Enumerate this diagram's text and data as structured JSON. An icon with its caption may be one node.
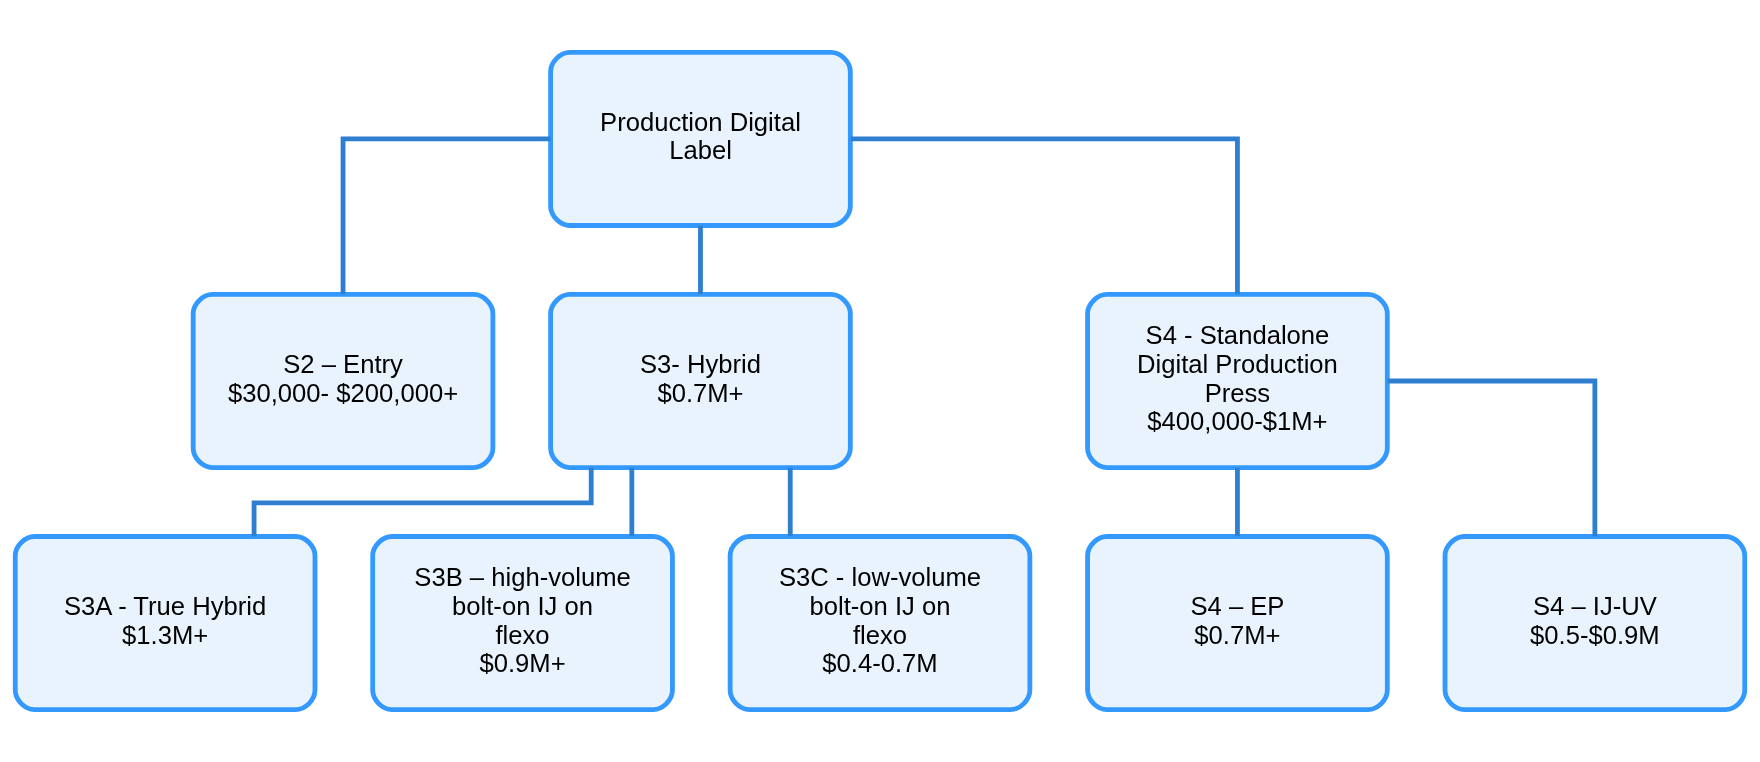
{
  "diagram": {
    "nodes": [
      {
        "text": [
          "Production Digital Label"
        ]
      },
      {
        "text": [
          "S2 – Entry",
          "$30,000- $200,000+"
        ]
      },
      {
        "text": [
          "S3- Hybrid",
          "$0.7M+"
        ]
      },
      {
        "text": [
          "S4 - Standalone Digital Production Press",
          "$400,000-$1M+"
        ]
      },
      {
        "text": [
          "S3A - True Hybrid",
          "$1.3M+"
        ]
      },
      {
        "text": [
          "S3B – high-volume bolt-on IJ on flexo",
          "$0.9M+"
        ]
      },
      {
        "text": [
          "S3C - low-volume bolt-on IJ on flexo",
          "$0.4-0.7M"
        ]
      },
      {
        "text": [
          "S4 – EP",
          "$0.7M+"
        ]
      },
      {
        "text": [
          "S4 – IJ-UV",
          "$0.5-$0.9M"
        ]
      }
    ],
    "edges": [
      {
        "from": 0,
        "to": 1,
        "arrow": "none"
      },
      {
        "from": 0,
        "to": 2,
        "arrow": "none"
      },
      {
        "from": 0,
        "to": 3,
        "arrow": "none"
      },
      {
        "from": 2,
        "to": 4,
        "arrow": "none"
      },
      {
        "from": 2,
        "to": 5,
        "arrow": "none"
      },
      {
        "from": 2,
        "to": 6,
        "arrow": "none"
      },
      {
        "from": 3,
        "to": 7,
        "arrow": "none"
      },
      {
        "from": 3,
        "to": 8,
        "arrow": "none"
      }
    ]
  }
}
